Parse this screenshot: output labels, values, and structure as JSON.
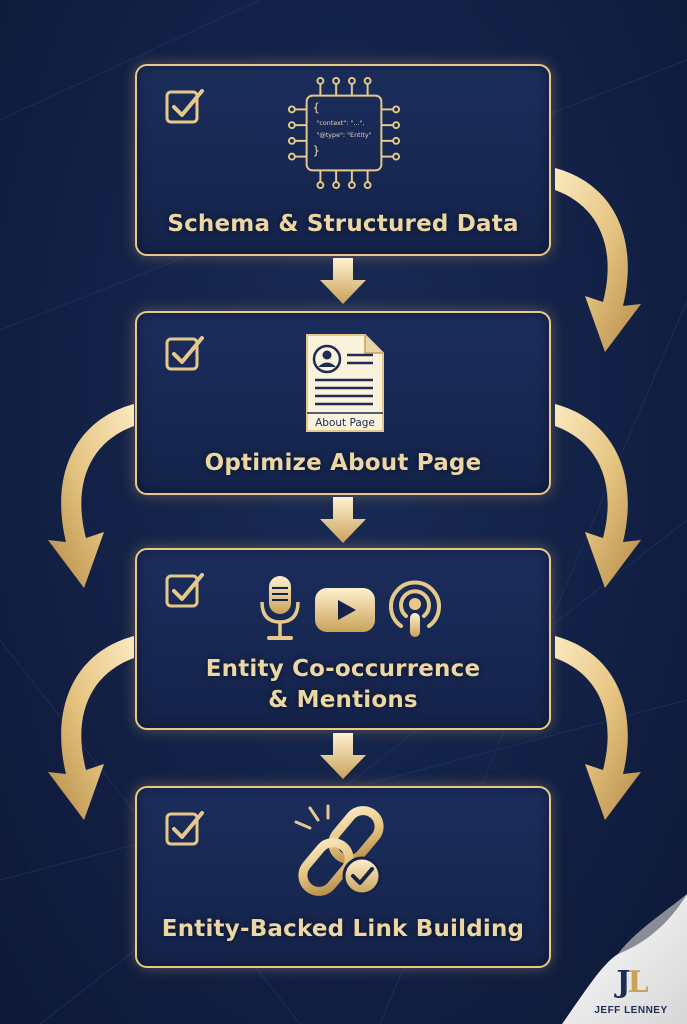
{
  "steps": [
    {
      "title": "Schema & Structured Data",
      "icon": "code-chip-icon",
      "code_lines": [
        "{",
        "\"context\": \"...\",",
        "\"@type\": \"Entity\"",
        "}"
      ]
    },
    {
      "title": "Optimize About Page",
      "icon": "about-page-document-icon",
      "doc_label": "About Page"
    },
    {
      "title_lines": [
        "Entity Co-occurrence",
        "& Mentions"
      ],
      "icons": [
        "microphone-icon",
        "video-play-icon",
        "podcast-icon"
      ]
    },
    {
      "title": "Entity-Backed Link Building",
      "icon": "link-chain-check-icon"
    }
  ],
  "brand": {
    "mark_j": "J",
    "mark_l": "L",
    "name": "JEFF LENNEY"
  },
  "colors": {
    "gold": "#e6c98a",
    "navy": "#14234a",
    "background": "#132146"
  }
}
